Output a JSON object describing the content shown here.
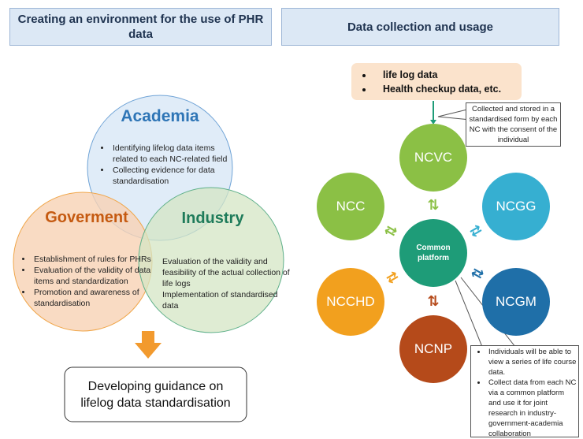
{
  "left": {
    "header": "Creating an environment for the use of PHR data",
    "academia": {
      "title": "Academia",
      "items": [
        "Identifying lifelog data items related to each NC-related field",
        "Collecting evidence for data standardisation"
      ]
    },
    "government": {
      "title": "Goverment",
      "items": [
        "Establishment of rules for PHRs",
        "Evaluation of the validity of data items and standardization",
        "Promotion  and awareness of standardisation"
      ]
    },
    "industry": {
      "title": "Industry",
      "items": [
        "Evaluation of the validity and feasibility of the actual collection of life logs",
        "Implementation  of standardised data"
      ]
    },
    "result": "Developing guidance on lifelog data standardisation"
  },
  "right": {
    "header": "Data collection and usage",
    "sources": [
      "life log data",
      "Health checkup data, etc."
    ],
    "callout_top": "Collected and stored in a standardised form by each NC with the consent of the individual",
    "center": "Common platform",
    "nodes": {
      "ncvc": "NCVC",
      "ncc": "NCC",
      "ncgg": "NCGG",
      "ncchd": "NCCHD",
      "ncgm": "NCGM",
      "ncnp": "NCNP"
    },
    "callout_bottom": [
      "Individuals will be able to view a series of life course data.",
      "Collect data from each NC via a common platform and use it for joint research in industry-government-academia collaboration"
    ]
  },
  "colors": {
    "academia": "#2e75b6",
    "government": "#c55a11",
    "industry": "#1e7b5a",
    "green": "#8bc045",
    "teal": "#1e9c78",
    "cyan": "#36afd1",
    "orange": "#f2a01e",
    "blue": "#1f6fa8",
    "rust": "#b54a1a"
  }
}
